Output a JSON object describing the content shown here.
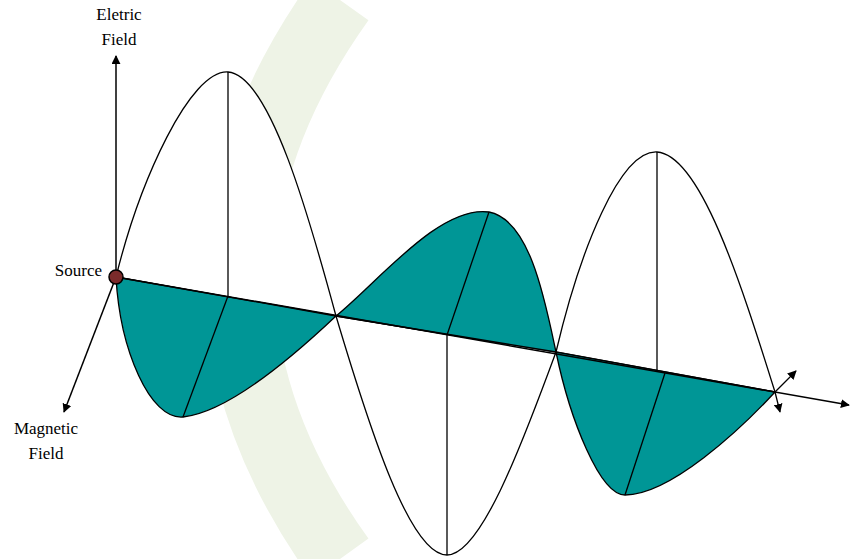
{
  "diagram": {
    "labels": [
      "Eletric Field",
      "Source",
      "Magnetic Field"
    ]
  }
}
